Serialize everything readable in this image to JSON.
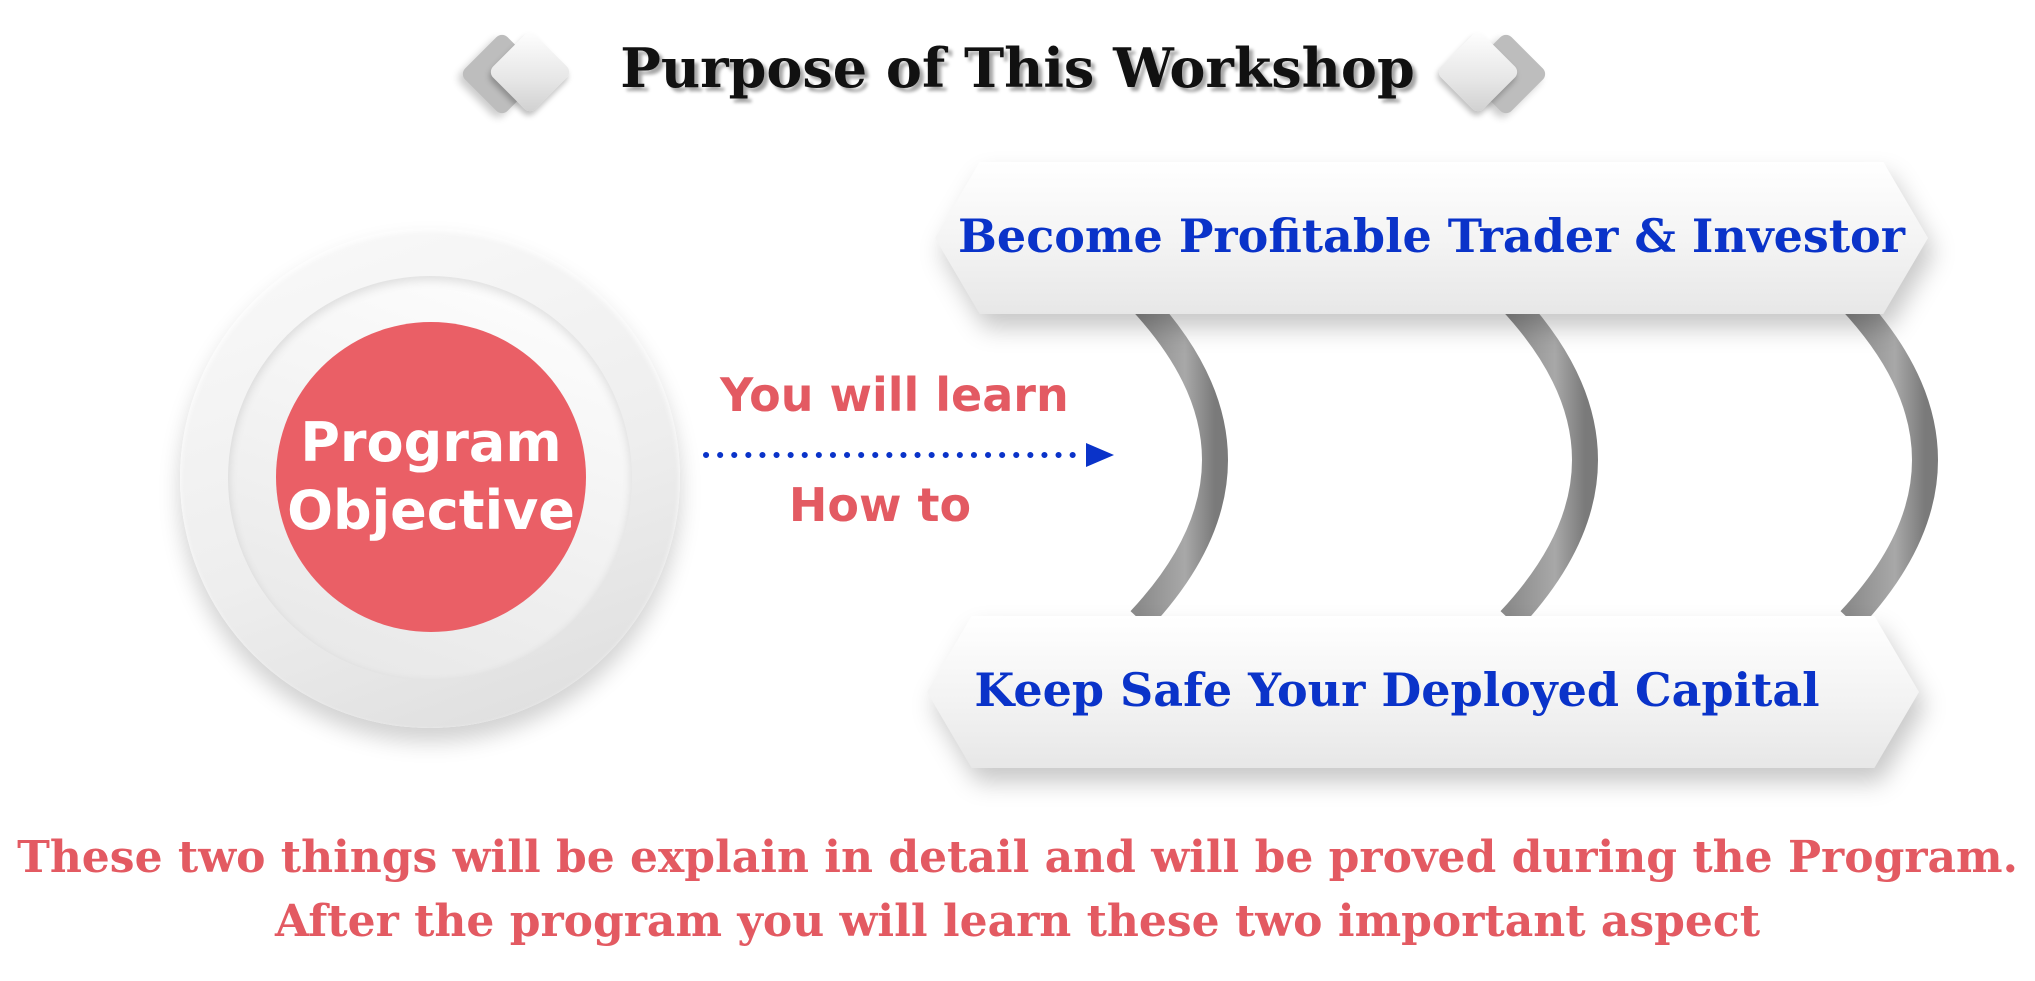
{
  "title": "Purpose of This Workshop",
  "center": {
    "line1": "Program",
    "line2": "Objective"
  },
  "connector": {
    "top_text": "You will learn",
    "bottom_text": "How to"
  },
  "banners": [
    {
      "label": "Become Profitable Trader & Investor"
    },
    {
      "label": "Keep Safe Your Deployed Capital"
    }
  ],
  "footer": {
    "line1": "These two things will be explain in detail and will be proved during the Program.",
    "line2": "After the program you will  learn these two important aspect"
  },
  "colors": {
    "accent_red": "#e35a62",
    "core_red": "#ea5f66",
    "banner_blue": "#0a33c9",
    "arrow_blue": "#0a33c9",
    "arc_gray": "#9a9a9a"
  }
}
